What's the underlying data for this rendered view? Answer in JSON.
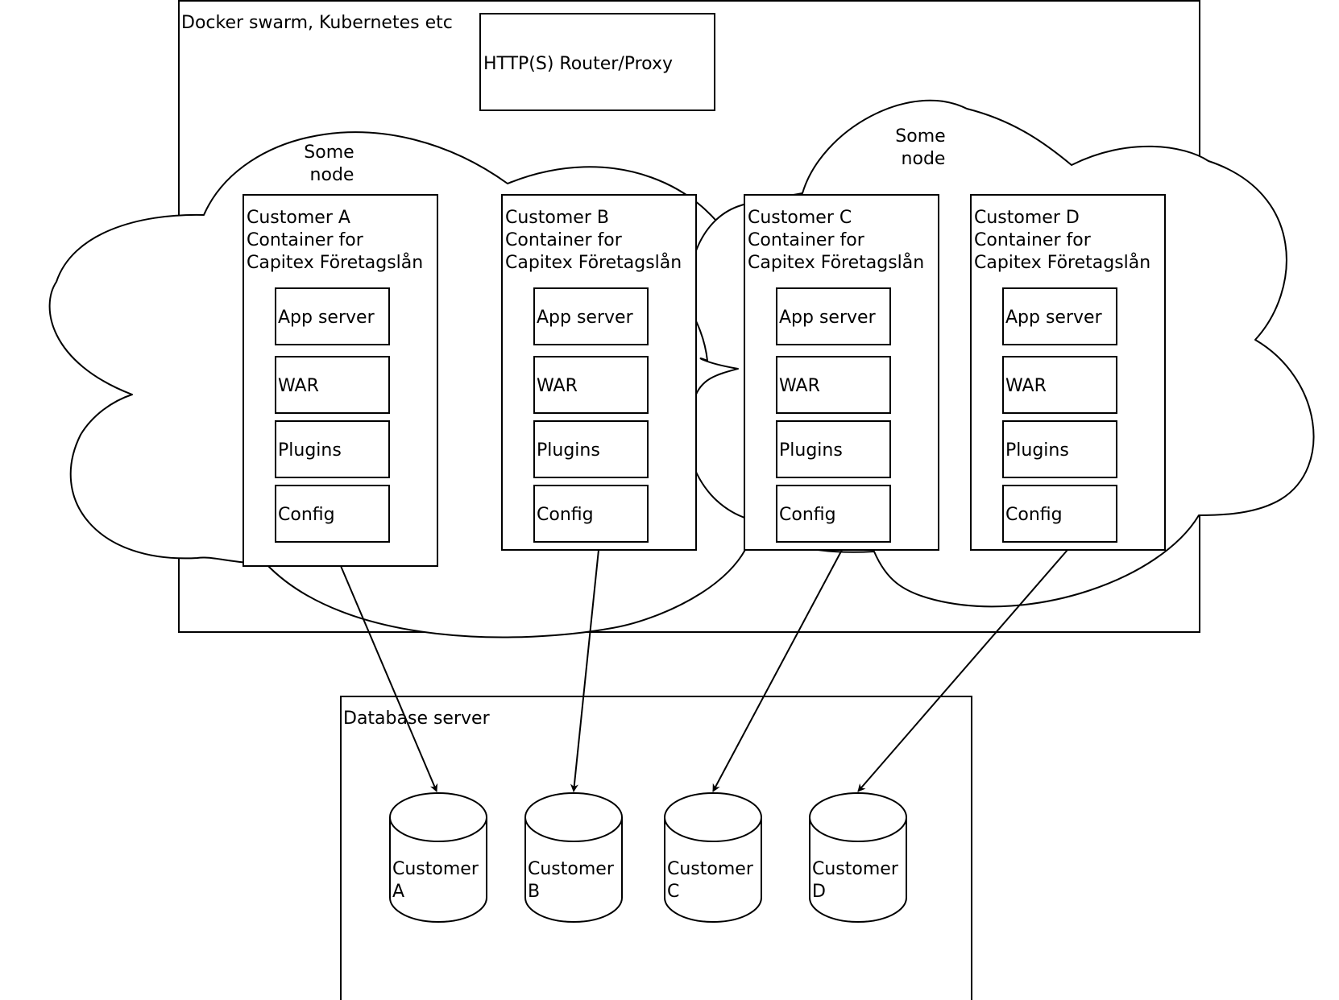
{
  "cluster": {
    "label": "Docker swarm, Kubernetes etc"
  },
  "router": {
    "label": "HTTP(S) Router/Proxy"
  },
  "nodes": [
    {
      "label_lines": [
        "Some",
        "node"
      ]
    },
    {
      "label_lines": [
        "Some",
        "node"
      ]
    }
  ],
  "containers": [
    {
      "title_lines": [
        "Customer A",
        "Container for",
        "Capitex Företagslån"
      ],
      "components": [
        "App server",
        "WAR",
        "Plugins",
        "Config"
      ]
    },
    {
      "title_lines": [
        "Customer B",
        "Container for",
        "Capitex Företagslån"
      ],
      "components": [
        "App server",
        "WAR",
        "Plugins",
        "Config"
      ]
    },
    {
      "title_lines": [
        "Customer C",
        "Container for",
        "Capitex Företagslån"
      ],
      "components": [
        "App server",
        "WAR",
        "Plugins",
        "Config"
      ]
    },
    {
      "title_lines": [
        "Customer D",
        "Container for",
        "Capitex Företagslån"
      ],
      "components": [
        "App server",
        "WAR",
        "Plugins",
        "Config"
      ]
    }
  ],
  "database_server": {
    "label": "Database server",
    "databases": [
      {
        "label_lines": [
          "Customer",
          "A"
        ]
      },
      {
        "label_lines": [
          "Customer",
          "B"
        ]
      },
      {
        "label_lines": [
          "Customer",
          "C"
        ]
      },
      {
        "label_lines": [
          "Customer",
          "D"
        ]
      }
    ]
  },
  "connections": [
    {
      "from": "containers.0",
      "to": "database_server.databases.0"
    },
    {
      "from": "containers.1",
      "to": "database_server.databases.1"
    },
    {
      "from": "containers.2",
      "to": "database_server.databases.2"
    },
    {
      "from": "containers.3",
      "to": "database_server.databases.3"
    }
  ]
}
